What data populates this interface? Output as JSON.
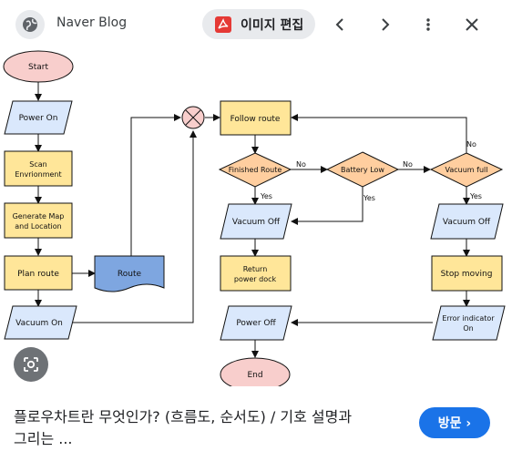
{
  "header": {
    "site_name": "Naver Blog",
    "edit_label": "이미지 편집",
    "prev_icon": "chevron-left-icon",
    "next_icon": "chevron-right-icon",
    "more_icon": "more-vert-icon",
    "close_icon": "close-icon"
  },
  "flowchart": {
    "start": "Start",
    "power_on": "Power On",
    "scan_1": "Scan",
    "scan_2": "Envrionment",
    "generate_1": "Generate Map",
    "generate_2": "and Location",
    "plan_route": "Plan route",
    "vacuum_on": "Vacuum On",
    "route": "Route",
    "follow_route": "Follow route",
    "finished_route": "Finished Route",
    "battery_low": "Battery Low",
    "vacuum_full": "Vacuum full",
    "vacuum_off_left": "Vacuum Off",
    "vacuum_off_right": "Vacuum Off",
    "return_1": "Return",
    "return_2": "power dock",
    "stop_moving": "Stop moving",
    "error_1": "Error indicator",
    "error_2": "On",
    "power_off": "Power Off",
    "end": "End",
    "no_1": "No",
    "no_2": "No",
    "no_3": "No",
    "yes_1": "Yes",
    "yes_2": "Yes",
    "yes_3": "Yes"
  },
  "caption": {
    "line1": "플로우차트란 무엇인가? (흐름도, 순서도) / 기호 설명과",
    "line2": "그리는 ..."
  },
  "visit_button": "방문 ›",
  "colors": {
    "terminator": "#f8cecc",
    "io": "#dae8fc",
    "process": "#ffe699",
    "decision": "#ffce9f",
    "document": "#7ea6e0",
    "accent": "#1a73e8"
  }
}
